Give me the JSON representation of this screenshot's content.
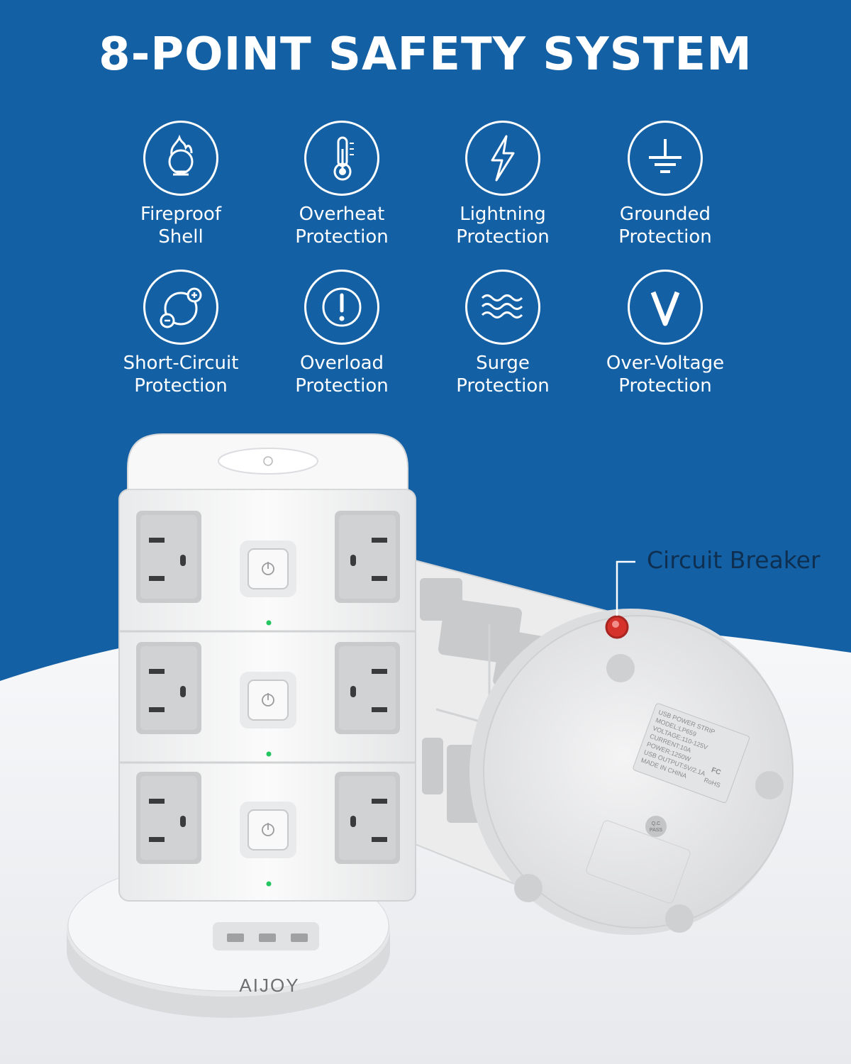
{
  "headline": "8-POINT SAFETY SYSTEM",
  "features": [
    {
      "icon": "flame-shield-icon",
      "line1": "Fireproof",
      "line2": "Shell"
    },
    {
      "icon": "thermometer-icon",
      "line1": "Overheat",
      "line2": "Protection"
    },
    {
      "icon": "lightning-bolt-icon",
      "line1": "Lightning",
      "line2": "Protection"
    },
    {
      "icon": "ground-symbol-icon",
      "line1": "Grounded",
      "line2": "Protection"
    },
    {
      "icon": "plus-minus-circuit-icon",
      "line1": "Short-Circuit",
      "line2": "Protection"
    },
    {
      "icon": "exclamation-icon",
      "line1": "Overload",
      "line2": "Protection"
    },
    {
      "icon": "wave-lines-icon",
      "line1": "Surge",
      "line2": "Protection"
    },
    {
      "icon": "voltage-v-icon",
      "line1": "Over-Voltage",
      "line2": "Protection"
    }
  ],
  "callout": "Circuit Breaker",
  "brand": "AIJOY",
  "product_label": {
    "lines": [
      "USB POWER STRIP",
      "MODEL:LP659",
      "VOLTAGE:110-125V",
      "CURRENT:10A",
      "POWER:1250W",
      "USB OUTPUT:5V/2.1A",
      "MADE IN CHINA"
    ],
    "fcc": "FC",
    "rohs": "RoHS",
    "qc": [
      "Q.C",
      "PASS"
    ]
  },
  "colors": {
    "background_blue": "#1460a5",
    "icon_white": "#ffffff",
    "product_white": "#f3f4f5",
    "socket_gray": "#c9cacb",
    "led_green": "#22c55e",
    "breaker_red": "#d6322c",
    "callout_text": "#0e2f50"
  }
}
